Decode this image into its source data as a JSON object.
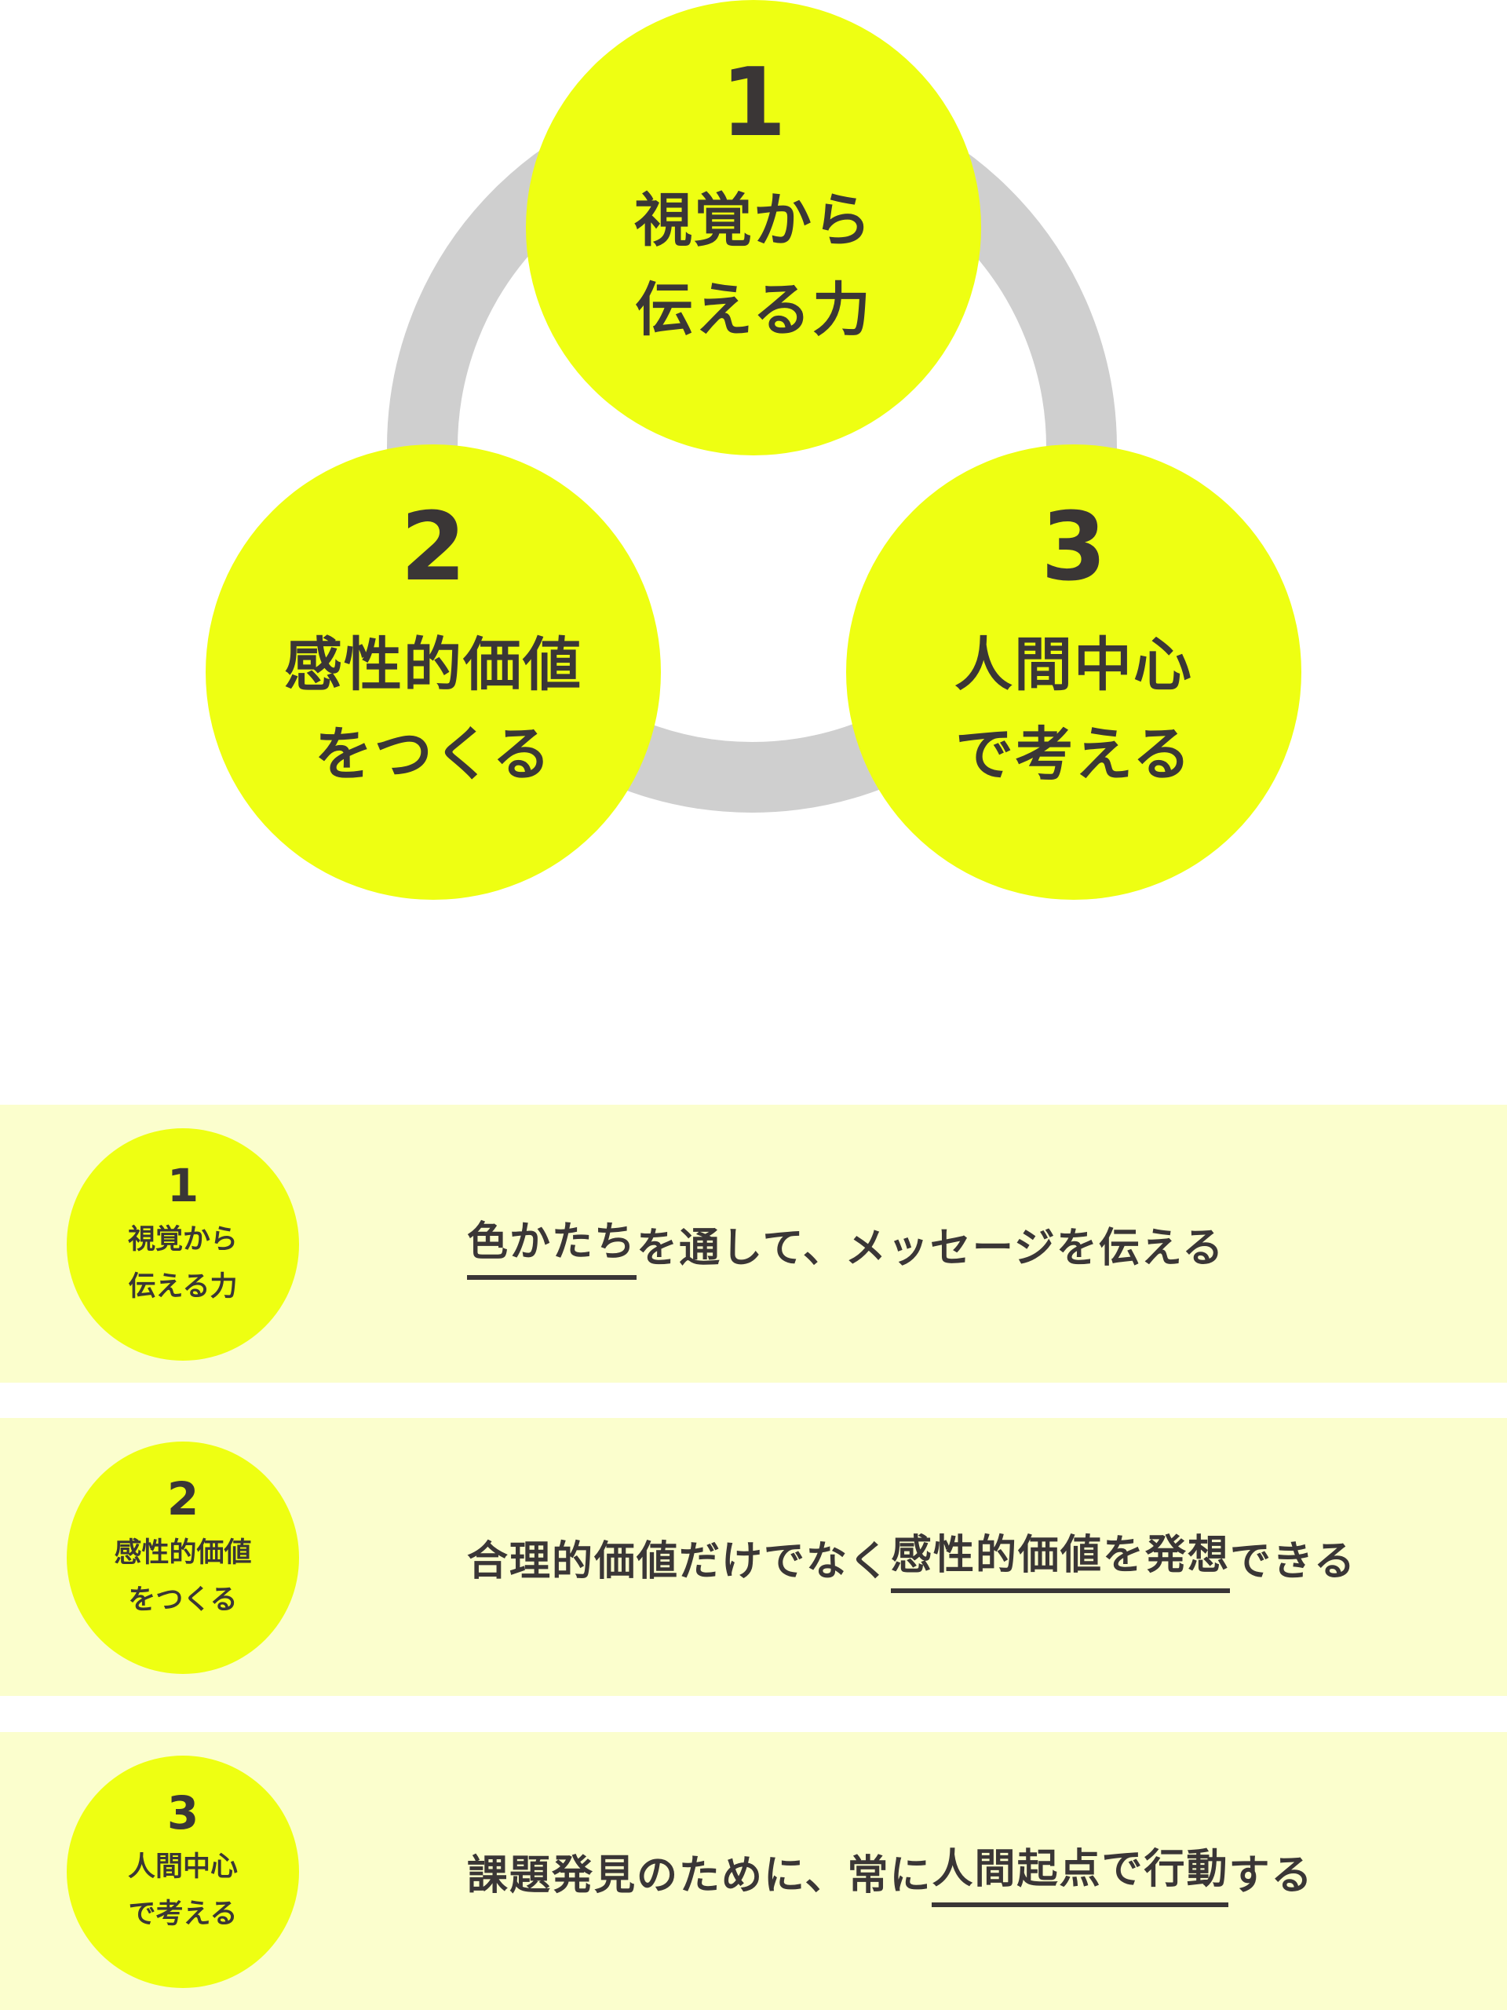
{
  "colors": {
    "circle_fill": "#eeff12",
    "ring": "#cfcfcf",
    "row_background": "#fbfecd",
    "text": "#3a3636"
  },
  "diagram": {
    "circles": [
      {
        "number": "1",
        "line1": "視覚から",
        "line2": "伝える力"
      },
      {
        "number": "2",
        "line1": "感性的価値",
        "line2": "をつくる"
      },
      {
        "number": "3",
        "line1": "人間中心",
        "line2": "で考える"
      }
    ]
  },
  "rows": [
    {
      "number": "1",
      "line1": "視覚から",
      "line2": "伝える力",
      "desc_before": "",
      "desc_underlined": "色かたち",
      "desc_after": "を通して、メッセージを伝える"
    },
    {
      "number": "2",
      "line1": "感性的価値",
      "line2": "をつくる",
      "desc_before": "合理的価値だけでなく",
      "desc_underlined": "感性的価値を発想",
      "desc_after": "できる"
    },
    {
      "number": "3",
      "line1": "人間中心",
      "line2": "で考える",
      "desc_before": "課題発見のために、常に",
      "desc_underlined": "人間起点で行動",
      "desc_after": "する"
    }
  ]
}
